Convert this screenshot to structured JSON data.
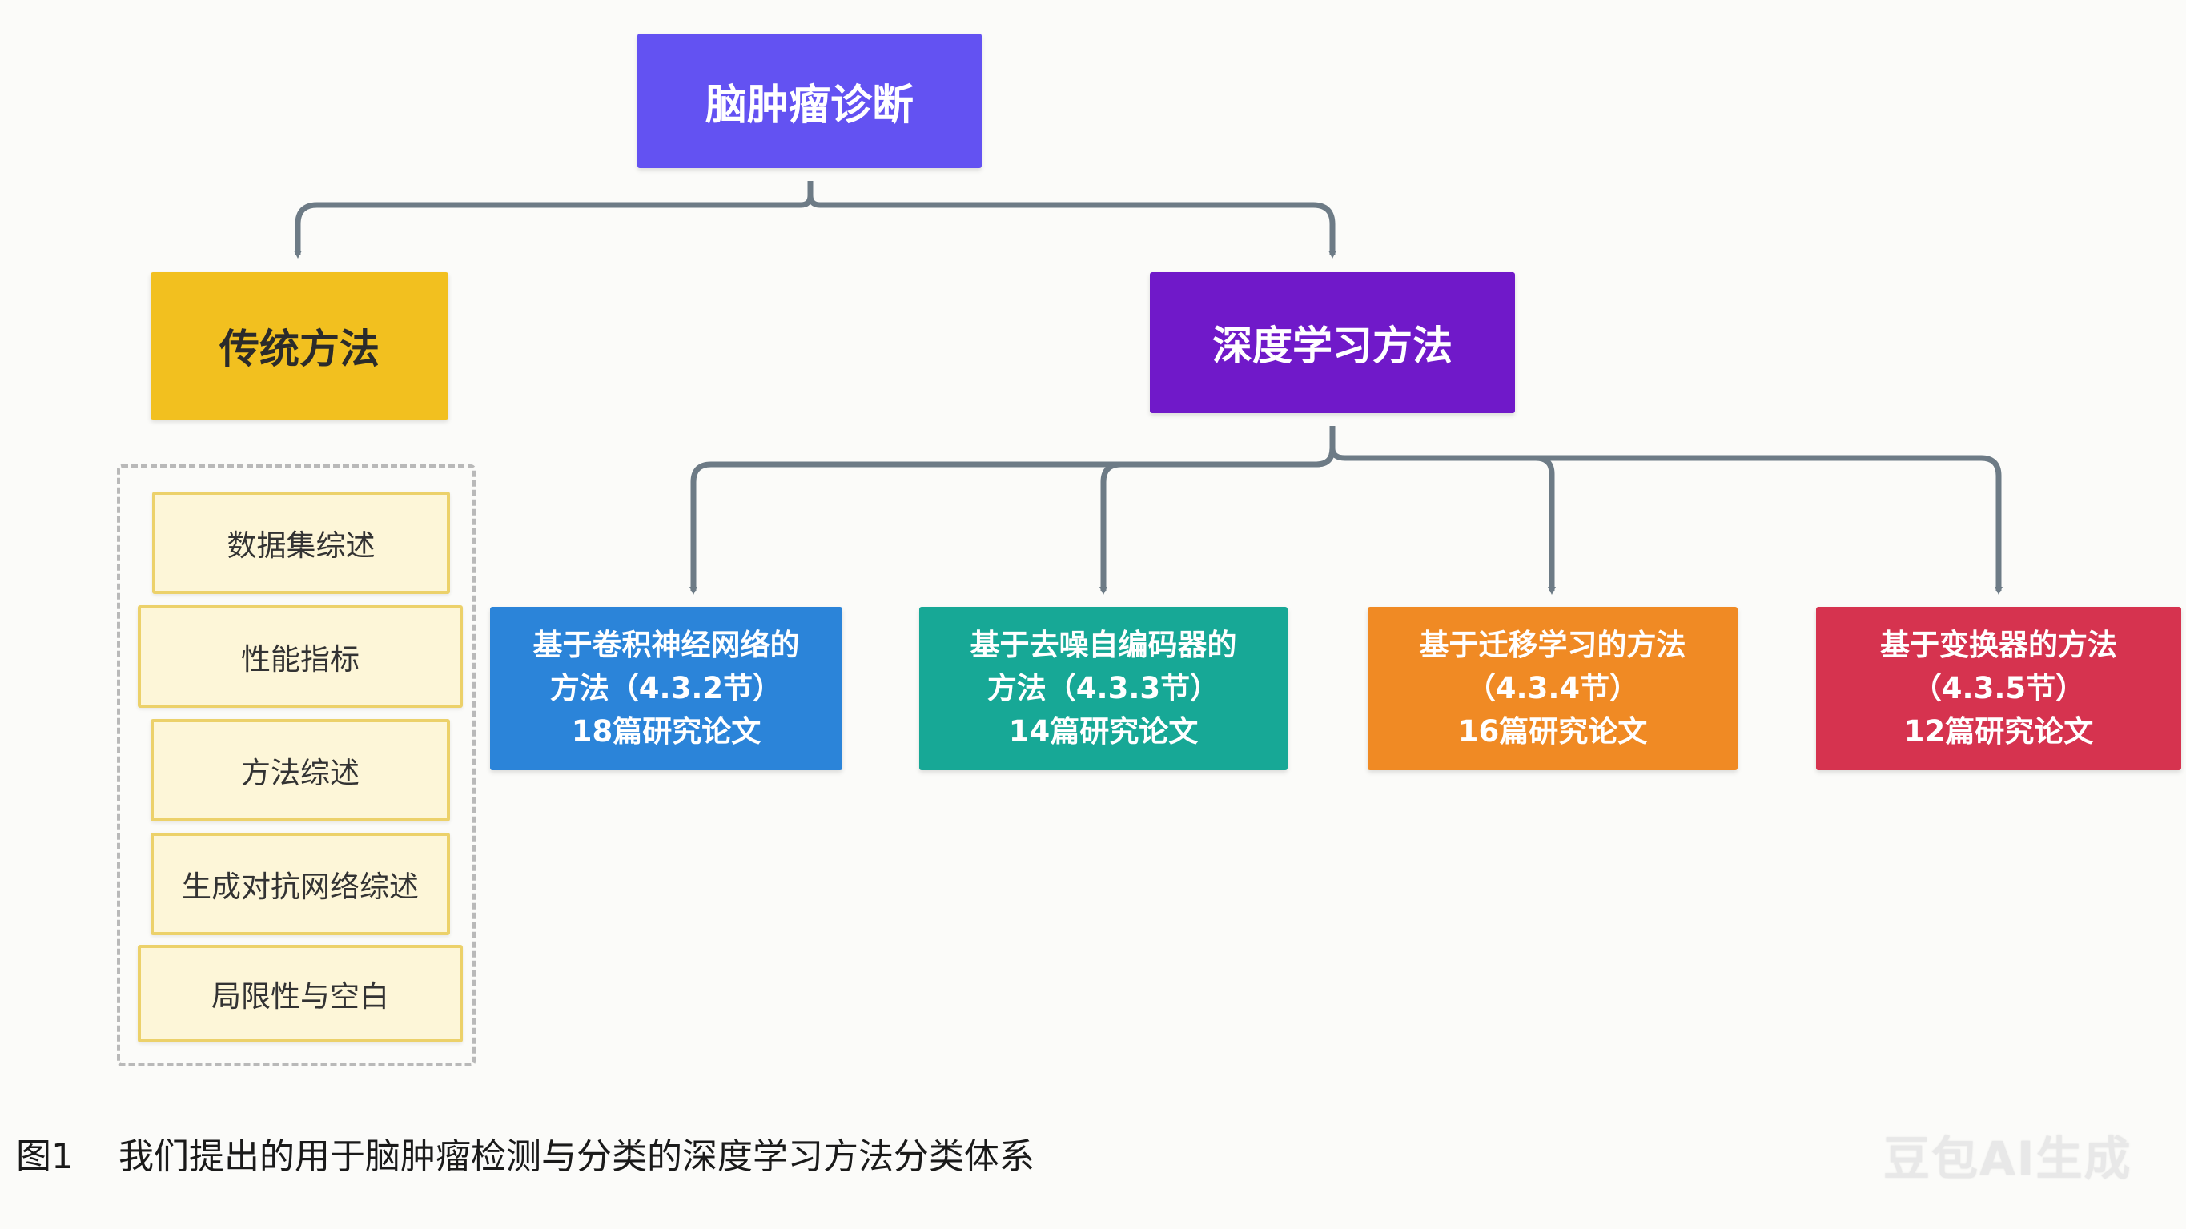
{
  "diagram": {
    "root": "脑肿瘤诊断",
    "traditional": {
      "label": "传统方法",
      "items": [
        "数据集综述",
        "性能指标",
        "方法综述",
        "生成对抗网络综述",
        "局限性与空白"
      ]
    },
    "deep_learning": {
      "label": "深度学习方法",
      "children": [
        {
          "line1": "基于卷积神经网络的",
          "line2": "方法（4.3.2节）",
          "line3": "18篇研究论文",
          "color": "#2b84d9"
        },
        {
          "line1": "基于去噪自编码器的",
          "line2": "方法（4.3.3节）",
          "line3": "14篇研究论文",
          "color": "#17a896"
        },
        {
          "line1": "基于迁移学习的方法",
          "line2": "（4.3.4节）",
          "line3": "16篇研究论文",
          "color": "#f08a24"
        },
        {
          "line1": "基于变换器的方法",
          "line2": "（4.3.5节）",
          "line3": "12篇研究论文",
          "color": "#d6334f"
        }
      ]
    },
    "connector_color": "#6d7b86"
  },
  "caption": "图1    我们提出的用于脑肿瘤检测与分类的深度学习方法分类体系",
  "watermark": "豆包AI生成"
}
